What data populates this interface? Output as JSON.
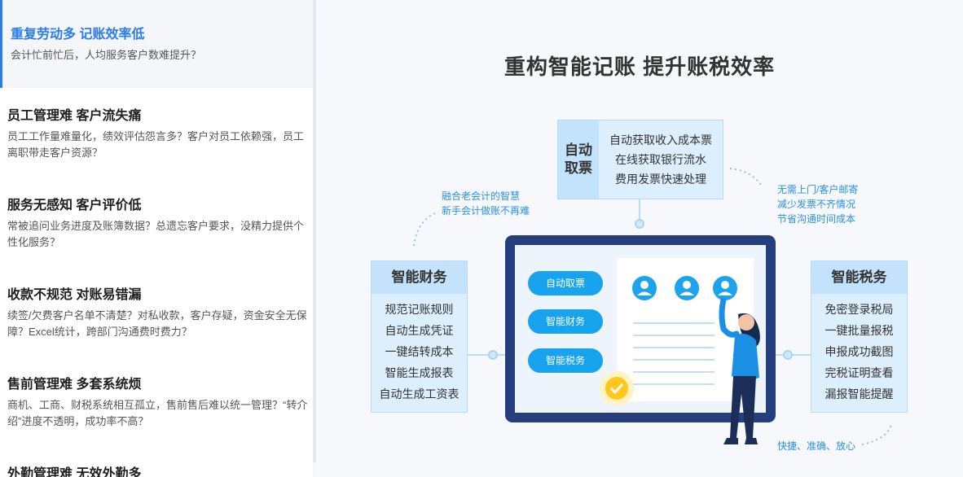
{
  "sidebar": {
    "items": [
      {
        "title": "重复劳动多 记账效率低",
        "desc": "会计忙前忙后，人均服务客户数难提升？"
      },
      {
        "title": "员工管理难 客户流失痛",
        "desc": "员工工作量难量化，绩效评估怨言多？客户对员工依赖强，员工离职带走客户资源？"
      },
      {
        "title": "服务无感知 客户评价低",
        "desc": "常被追问业务进度及账簿数据？总遗忘客户要求，没精力提供个性化服务？"
      },
      {
        "title": "收款不规范 对账易错漏",
        "desc": "续签/欠费客户名单不清楚？对私收款，客户存疑，资金安全无保障？Excel统计，跨部门沟通费时费力？"
      },
      {
        "title": "售前管理难 多套系统烦",
        "desc": "商机、工商、财税系统相互孤立，售前售后难以统一管理？“转介绍”进度不透明，成功率不高？"
      },
      {
        "title": "外勤管理难 无效外勤多",
        "desc": ""
      }
    ]
  },
  "main": {
    "title": "重构智能记账  提升账税效率",
    "auto": {
      "head": "自动取票",
      "lines": [
        "自动获取收入成本票",
        "在线获取银行流水",
        "费用发票快速处理"
      ]
    },
    "finance": {
      "head": "智能财务",
      "lines": [
        "规范记账规则",
        "自动生成凭证",
        "一键结转成本",
        "智能生成报表",
        "自动生成工资表"
      ]
    },
    "tax": {
      "head": "智能税务",
      "lines": [
        "免密登录税局",
        "一键批量报税",
        "申报成功截图",
        "完税证明查看",
        "漏报智能提醒"
      ]
    },
    "note_left": [
      "融合老会计的智慧",
      "新手会计做账不再难"
    ],
    "note_right": [
      "无需上门/客户邮寄",
      "减少发票不齐情况",
      "节省沟通时间成本"
    ],
    "note_bottom": "快捷、准确、放心",
    "pills": [
      "自动取票",
      "智能财务",
      "智能税务"
    ]
  },
  "colors": {
    "accent": "#2b7de9",
    "box_bg": "#ddeefd",
    "pill": "#17a3ee",
    "monitor": "#253e7e"
  }
}
